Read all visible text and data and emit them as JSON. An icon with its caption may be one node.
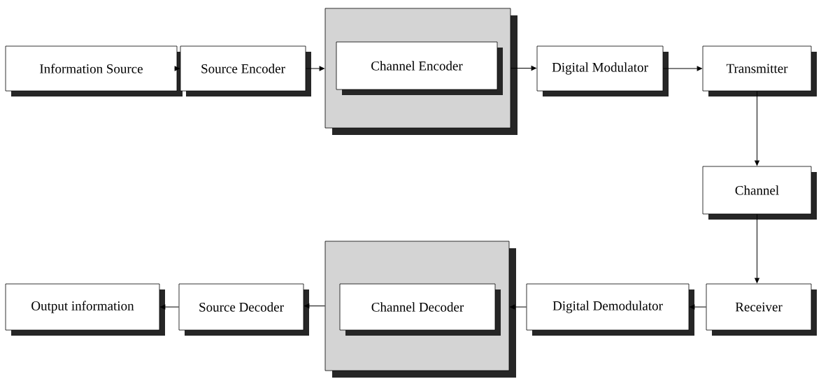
{
  "diagram": {
    "nodes": [
      {
        "text": [
          "Information Source"
        ]
      },
      {
        "text": [
          "Source Encoder"
        ]
      },
      {
        "text": [],
        "shape": "box"
      },
      {
        "text": [
          "Channel Encoder"
        ],
        "in": 2
      },
      {
        "text": [
          "Digital Modulator"
        ]
      },
      {
        "text": [
          "Transmitter"
        ]
      },
      {
        "text": [
          "Channel"
        ]
      },
      {
        "text": [
          "Output information"
        ]
      },
      {
        "text": [
          "Source Decoder"
        ]
      },
      {
        "text": [],
        "shape": "box"
      },
      {
        "text": [
          "Channel Decoder"
        ],
        "in": 9
      },
      {
        "text": [
          "Digital Demodulator"
        ]
      },
      {
        "text": [
          "Receiver"
        ]
      }
    ],
    "edges": [
      {
        "from": 0,
        "to": 1,
        "arrow": "to"
      },
      {
        "from": 1,
        "to": 2,
        "arrow": "to"
      },
      {
        "from": 2,
        "to": 4,
        "arrow": "to"
      },
      {
        "from": 4,
        "to": 5,
        "arrow": "to"
      },
      {
        "from": 5,
        "to": 6,
        "arrow": "to"
      },
      {
        "from": 6,
        "to": 12,
        "arrow": "to"
      },
      {
        "from": 12,
        "to": 11,
        "arrow": "to"
      },
      {
        "from": 11,
        "to": 9,
        "arrow": "to"
      },
      {
        "from": 9,
        "to": 8,
        "arrow": "to"
      },
      {
        "from": 8,
        "to": 7,
        "arrow": "to"
      }
    ]
  }
}
